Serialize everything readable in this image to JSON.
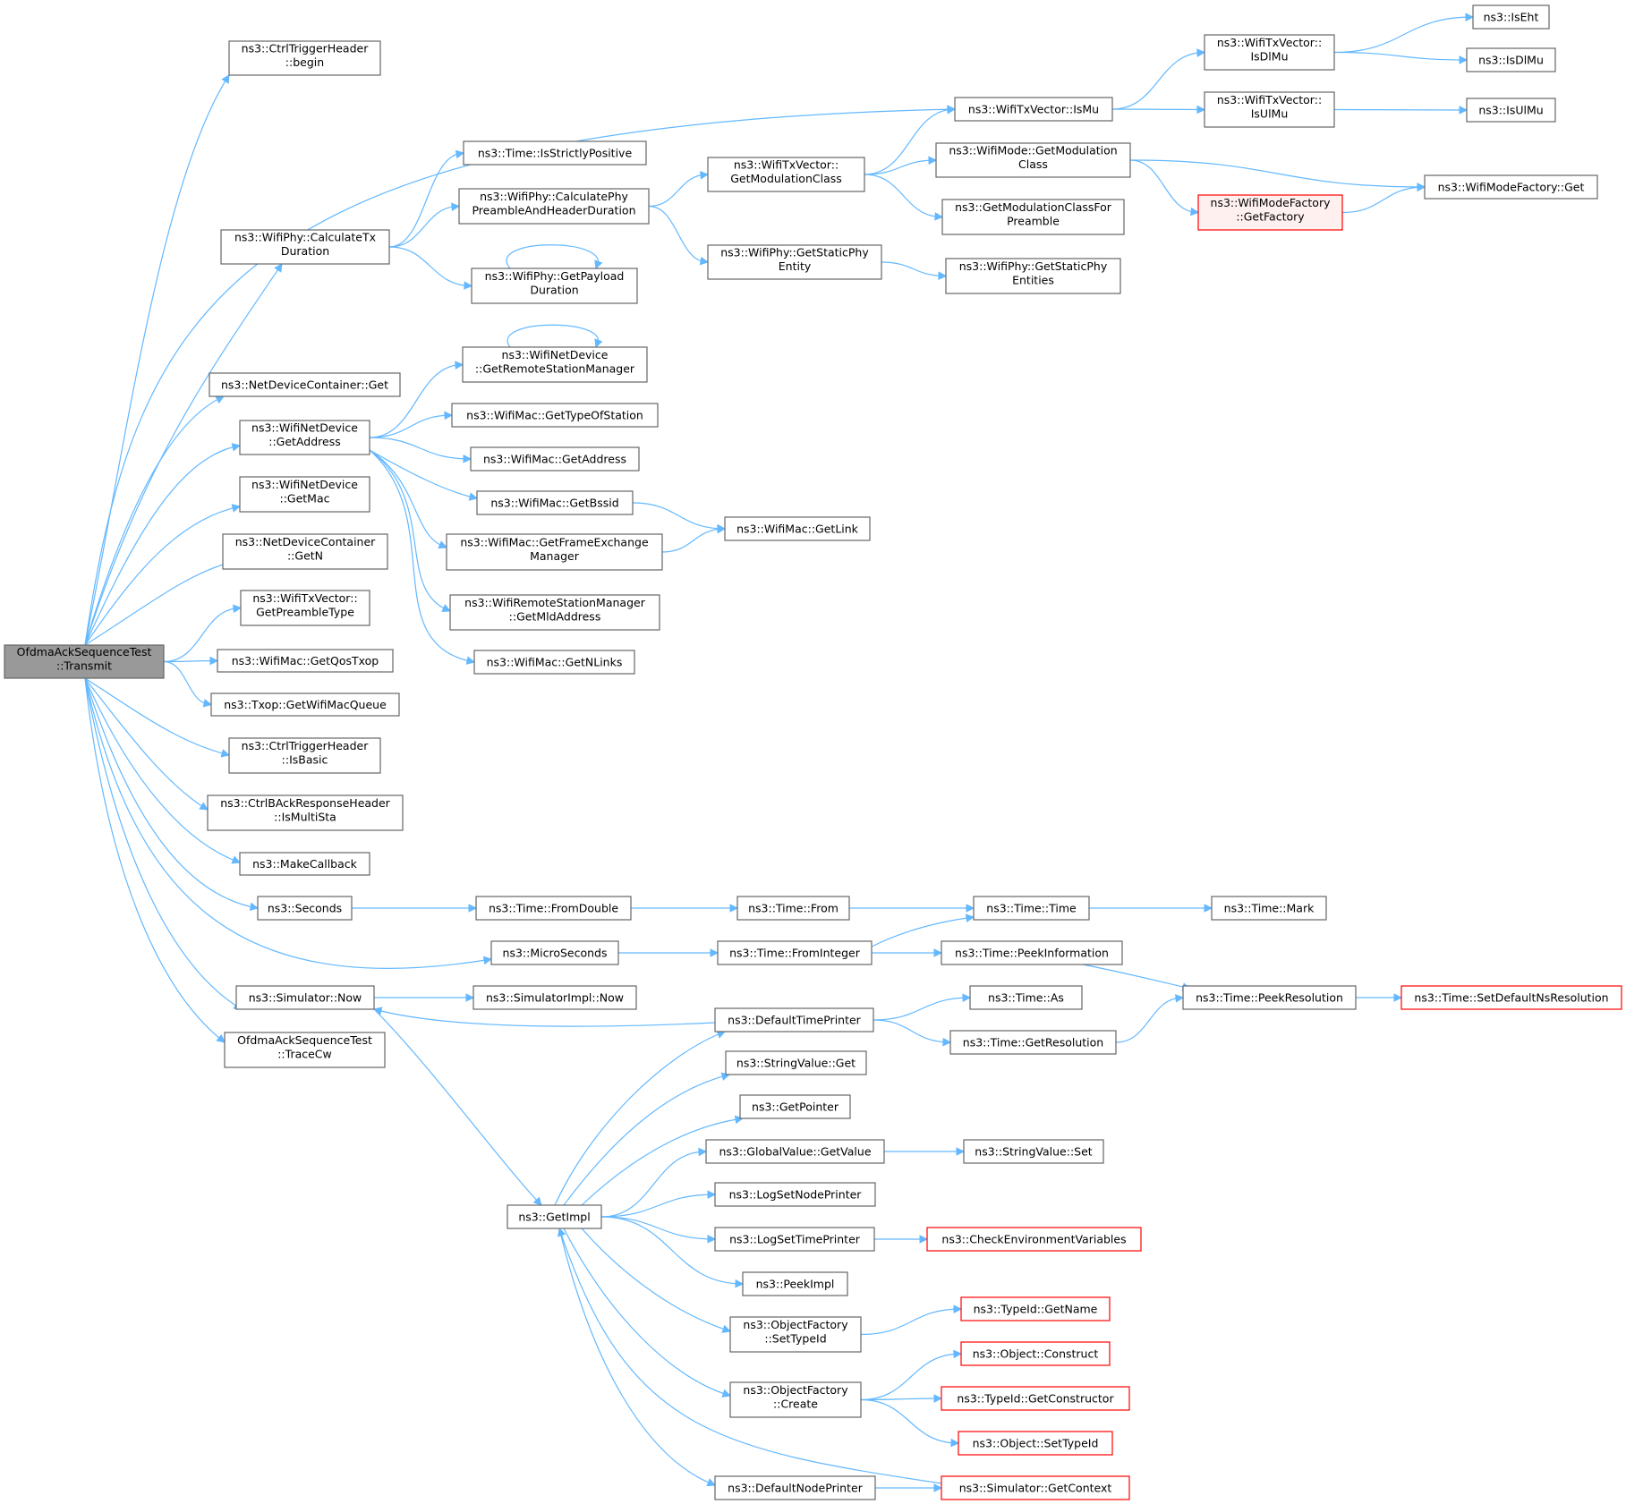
{
  "nodes": [
    {
      "id": "transmit",
      "lines": [
        "OfdmaAckSequenceTest",
        "::Transmit"
      ],
      "style": "root"
    },
    {
      "id": "ctrltrig_begin",
      "lines": [
        "ns3::CtrlTriggerHeader",
        "::begin"
      ]
    },
    {
      "id": "calctx",
      "lines": [
        "ns3::WifiPhy::CalculateTx",
        "Duration"
      ]
    },
    {
      "id": "ndc_get",
      "lines": [
        "ns3::NetDeviceContainer::Get"
      ]
    },
    {
      "id": "wnd_getaddr",
      "lines": [
        "ns3::WifiNetDevice",
        "::GetAddress"
      ]
    },
    {
      "id": "wnd_getmac",
      "lines": [
        "ns3::WifiNetDevice",
        "::GetMac"
      ]
    },
    {
      "id": "ndc_getn",
      "lines": [
        "ns3::NetDeviceContainer",
        "::GetN"
      ]
    },
    {
      "id": "txv_pre",
      "lines": [
        "ns3::WifiTxVector::",
        "GetPreambleType"
      ]
    },
    {
      "id": "getqos",
      "lines": [
        "ns3::WifiMac::GetQosTxop"
      ]
    },
    {
      "id": "getwmq",
      "lines": [
        "ns3::Txop::GetWifiMacQueue"
      ]
    },
    {
      "id": "isbasic",
      "lines": [
        "ns3::CtrlTriggerHeader",
        "::IsBasic"
      ]
    },
    {
      "id": "ismultista",
      "lines": [
        "ns3::CtrlBAckResponseHeader",
        "::IsMultiSta"
      ]
    },
    {
      "id": "makecb",
      "lines": [
        "ns3::MakeCallback"
      ]
    },
    {
      "id": "seconds",
      "lines": [
        "ns3::Seconds"
      ]
    },
    {
      "id": "micros",
      "lines": [
        "ns3::MicroSeconds"
      ]
    },
    {
      "id": "simnow",
      "lines": [
        "ns3::Simulator::Now"
      ]
    },
    {
      "id": "tracecw",
      "lines": [
        "OfdmaAckSequenceTest",
        "::TraceCw"
      ]
    },
    {
      "id": "ismu",
      "lines": [
        "ns3::WifiTxVector::IsMu"
      ]
    },
    {
      "id": "strictpos",
      "lines": [
        "ns3::Time::IsStrictlyPositive"
      ]
    },
    {
      "id": "calcphy",
      "lines": [
        "ns3::WifiPhy::CalculatePhy",
        "PreambleAndHeaderDuration"
      ]
    },
    {
      "id": "getpayload",
      "lines": [
        "ns3::WifiPhy::GetPayload",
        "Duration"
      ]
    },
    {
      "id": "getrsm",
      "lines": [
        "ns3::WifiNetDevice",
        "::GetRemoteStationManager"
      ]
    },
    {
      "id": "gettypeofsta",
      "lines": [
        "ns3::WifiMac::GetTypeOfStation"
      ]
    },
    {
      "id": "mac_getaddr",
      "lines": [
        "ns3::WifiMac::GetAddress"
      ]
    },
    {
      "id": "getbssid",
      "lines": [
        "ns3::WifiMac::GetBssid"
      ]
    },
    {
      "id": "getfem",
      "lines": [
        "ns3::WifiMac::GetFrameExchange",
        "Manager"
      ]
    },
    {
      "id": "getmld",
      "lines": [
        "ns3::WifiRemoteStationManager",
        "::GetMldAddress"
      ]
    },
    {
      "id": "getnlinks",
      "lines": [
        "ns3::WifiMac::GetNLinks"
      ]
    },
    {
      "id": "txv_modclass",
      "lines": [
        "ns3::WifiTxVector::",
        "GetModulationClass"
      ]
    },
    {
      "id": "getstaticphy",
      "lines": [
        "ns3::WifiPhy::GetStaticPhy",
        "Entity"
      ]
    },
    {
      "id": "getlink",
      "lines": [
        "ns3::WifiMac::GetLink"
      ]
    },
    {
      "id": "isdlmu_v",
      "lines": [
        "ns3::WifiTxVector::",
        "IsDlMu"
      ]
    },
    {
      "id": "isulmu_v",
      "lines": [
        "ns3::WifiTxVector::",
        "IsUlMu"
      ]
    },
    {
      "id": "mode_modclass",
      "lines": [
        "ns3::WifiMode::GetModulation",
        "Class"
      ]
    },
    {
      "id": "modclassforpre",
      "lines": [
        "ns3::GetModulationClassFor",
        "Preamble"
      ]
    },
    {
      "id": "getstaticphies",
      "lines": [
        "ns3::WifiPhy::GetStaticPhy",
        "Entities"
      ]
    },
    {
      "id": "iseht",
      "lines": [
        "ns3::IsEht"
      ]
    },
    {
      "id": "isdlmu",
      "lines": [
        "ns3::IsDlMu"
      ]
    },
    {
      "id": "isulmu",
      "lines": [
        "ns3::IsUlMu"
      ]
    },
    {
      "id": "getfactory",
      "lines": [
        "ns3::WifiModeFactory",
        "::GetFactory"
      ],
      "style": "red"
    },
    {
      "id": "wmf_get",
      "lines": [
        "ns3::WifiModeFactory::Get"
      ]
    },
    {
      "id": "fromdouble",
      "lines": [
        "ns3::Time::FromDouble"
      ]
    },
    {
      "id": "from",
      "lines": [
        "ns3::Time::From"
      ]
    },
    {
      "id": "time",
      "lines": [
        "ns3::Time::Time"
      ]
    },
    {
      "id": "mark",
      "lines": [
        "ns3::Time::Mark"
      ]
    },
    {
      "id": "fromint",
      "lines": [
        "ns3::Time::FromInteger"
      ]
    },
    {
      "id": "peekinfo",
      "lines": [
        "ns3::Time::PeekInformation"
      ]
    },
    {
      "id": "simimplnow",
      "lines": [
        "ns3::SimulatorImpl::Now"
      ]
    },
    {
      "id": "deftimeprinter",
      "lines": [
        "ns3::DefaultTimePrinter"
      ]
    },
    {
      "id": "as",
      "lines": [
        "ns3::Time::As"
      ]
    },
    {
      "id": "getres",
      "lines": [
        "ns3::Time::GetResolution"
      ]
    },
    {
      "id": "peekres",
      "lines": [
        "ns3::Time::PeekResolution"
      ]
    },
    {
      "id": "setdefns",
      "lines": [
        "ns3::Time::SetDefaultNsResolution"
      ],
      "style": "redtext"
    },
    {
      "id": "strget",
      "lines": [
        "ns3::StringValue::Get"
      ]
    },
    {
      "id": "getpointer",
      "lines": [
        "ns3::GetPointer"
      ]
    },
    {
      "id": "gvgetvalue",
      "lines": [
        "ns3::GlobalValue::GetValue"
      ]
    },
    {
      "id": "strset",
      "lines": [
        "ns3::StringValue::Set"
      ]
    },
    {
      "id": "getimpl",
      "lines": [
        "ns3::GetImpl"
      ]
    },
    {
      "id": "lognodeprinter",
      "lines": [
        "ns3::LogSetNodePrinter"
      ]
    },
    {
      "id": "logtimeprinter",
      "lines": [
        "ns3::LogSetTimePrinter"
      ]
    },
    {
      "id": "checkenv",
      "lines": [
        "ns3::CheckEnvironmentVariables"
      ],
      "style": "redtext"
    },
    {
      "id": "peekimpl",
      "lines": [
        "ns3::PeekImpl"
      ]
    },
    {
      "id": "ofsettypeid",
      "lines": [
        "ns3::ObjectFactory",
        "::SetTypeId"
      ]
    },
    {
      "id": "typeidgetname",
      "lines": [
        "ns3::TypeId::GetName"
      ],
      "style": "redtext"
    },
    {
      "id": "ofcreate",
      "lines": [
        "ns3::ObjectFactory",
        "::Create"
      ]
    },
    {
      "id": "objconstruct",
      "lines": [
        "ns3::Object::Construct"
      ],
      "style": "redtext"
    },
    {
      "id": "getctor",
      "lines": [
        "ns3::TypeId::GetConstructor"
      ],
      "style": "redtext"
    },
    {
      "id": "objsettypeid",
      "lines": [
        "ns3::Object::SetTypeId"
      ],
      "style": "redtext"
    },
    {
      "id": "defnodeprinter",
      "lines": [
        "ns3::DefaultNodePrinter"
      ]
    },
    {
      "id": "simgetctx",
      "lines": [
        "ns3::Simulator::GetContext"
      ],
      "style": "redtext"
    }
  ],
  "edges": [
    [
      "transmit",
      "ctrltrig_begin"
    ],
    [
      "transmit",
      "ismu"
    ],
    [
      "transmit",
      "calctx"
    ],
    [
      "transmit",
      "ndc_get"
    ],
    [
      "transmit",
      "wnd_getaddr"
    ],
    [
      "transmit",
      "wnd_getmac"
    ],
    [
      "transmit",
      "ndc_getn"
    ],
    [
      "transmit",
      "txv_pre"
    ],
    [
      "transmit",
      "getqos"
    ],
    [
      "transmit",
      "getwmq"
    ],
    [
      "transmit",
      "isbasic"
    ],
    [
      "transmit",
      "ismultista"
    ],
    [
      "transmit",
      "makecb"
    ],
    [
      "transmit",
      "seconds"
    ],
    [
      "transmit",
      "micros"
    ],
    [
      "transmit",
      "simnow"
    ],
    [
      "transmit",
      "tracecw"
    ],
    [
      "calctx",
      "strictpos"
    ],
    [
      "calctx",
      "calcphy"
    ],
    [
      "calctx",
      "getpayload"
    ],
    [
      "getpayload",
      "getpayload"
    ],
    [
      "calcphy",
      "txv_modclass"
    ],
    [
      "calcphy",
      "getstaticphy"
    ],
    [
      "txv_modclass",
      "ismu"
    ],
    [
      "txv_modclass",
      "mode_modclass"
    ],
    [
      "txv_modclass",
      "modclassforpre"
    ],
    [
      "getstaticphy",
      "getstaticphies"
    ],
    [
      "ismu",
      "isdlmu_v"
    ],
    [
      "ismu",
      "isulmu_v"
    ],
    [
      "isdlmu_v",
      "iseht"
    ],
    [
      "isdlmu_v",
      "isdlmu"
    ],
    [
      "isulmu_v",
      "isulmu"
    ],
    [
      "mode_modclass",
      "wmf_get"
    ],
    [
      "mode_modclass",
      "getfactory"
    ],
    [
      "getfactory",
      "wmf_get"
    ],
    [
      "wnd_getaddr",
      "getrsm"
    ],
    [
      "getrsm",
      "getrsm"
    ],
    [
      "wnd_getaddr",
      "gettypeofsta"
    ],
    [
      "wnd_getaddr",
      "mac_getaddr"
    ],
    [
      "wnd_getaddr",
      "getbssid"
    ],
    [
      "wnd_getaddr",
      "getfem"
    ],
    [
      "wnd_getaddr",
      "getmld"
    ],
    [
      "wnd_getaddr",
      "getnlinks"
    ],
    [
      "getbssid",
      "getlink"
    ],
    [
      "getfem",
      "getlink"
    ],
    [
      "seconds",
      "fromdouble"
    ],
    [
      "fromdouble",
      "from"
    ],
    [
      "from",
      "time"
    ],
    [
      "time",
      "mark"
    ],
    [
      "micros",
      "fromint"
    ],
    [
      "fromint",
      "time"
    ],
    [
      "fromint",
      "peekinfo"
    ],
    [
      "peekinfo",
      "peekres"
    ],
    [
      "simnow",
      "simimplnow"
    ],
    [
      "simnow",
      "getimpl"
    ],
    [
      "deftimeprinter",
      "simnow"
    ],
    [
      "deftimeprinter",
      "as"
    ],
    [
      "deftimeprinter",
      "getres"
    ],
    [
      "getres",
      "peekres"
    ],
    [
      "peekres",
      "setdefns"
    ],
    [
      "getimpl",
      "deftimeprinter"
    ],
    [
      "getimpl",
      "strget"
    ],
    [
      "getimpl",
      "getpointer"
    ],
    [
      "getimpl",
      "gvgetvalue"
    ],
    [
      "gvgetvalue",
      "strset"
    ],
    [
      "getimpl",
      "lognodeprinter"
    ],
    [
      "getimpl",
      "logtimeprinter"
    ],
    [
      "logtimeprinter",
      "checkenv"
    ],
    [
      "getimpl",
      "peekimpl"
    ],
    [
      "getimpl",
      "ofsettypeid"
    ],
    [
      "ofsettypeid",
      "typeidgetname"
    ],
    [
      "getimpl",
      "ofcreate"
    ],
    [
      "ofcreate",
      "objconstruct"
    ],
    [
      "ofcreate",
      "getctor"
    ],
    [
      "ofcreate",
      "objsettypeid"
    ],
    [
      "getimpl",
      "defnodeprinter"
    ],
    [
      "defnodeprinter",
      "simgetctx"
    ],
    [
      "simgetctx",
      "getimpl"
    ]
  ],
  "colors": {
    "edge": "#63b8ff",
    "node_border": "#666666",
    "root_fill": "#999999",
    "red_border": "#ff0000",
    "red_fill": "#fff0f0"
  }
}
